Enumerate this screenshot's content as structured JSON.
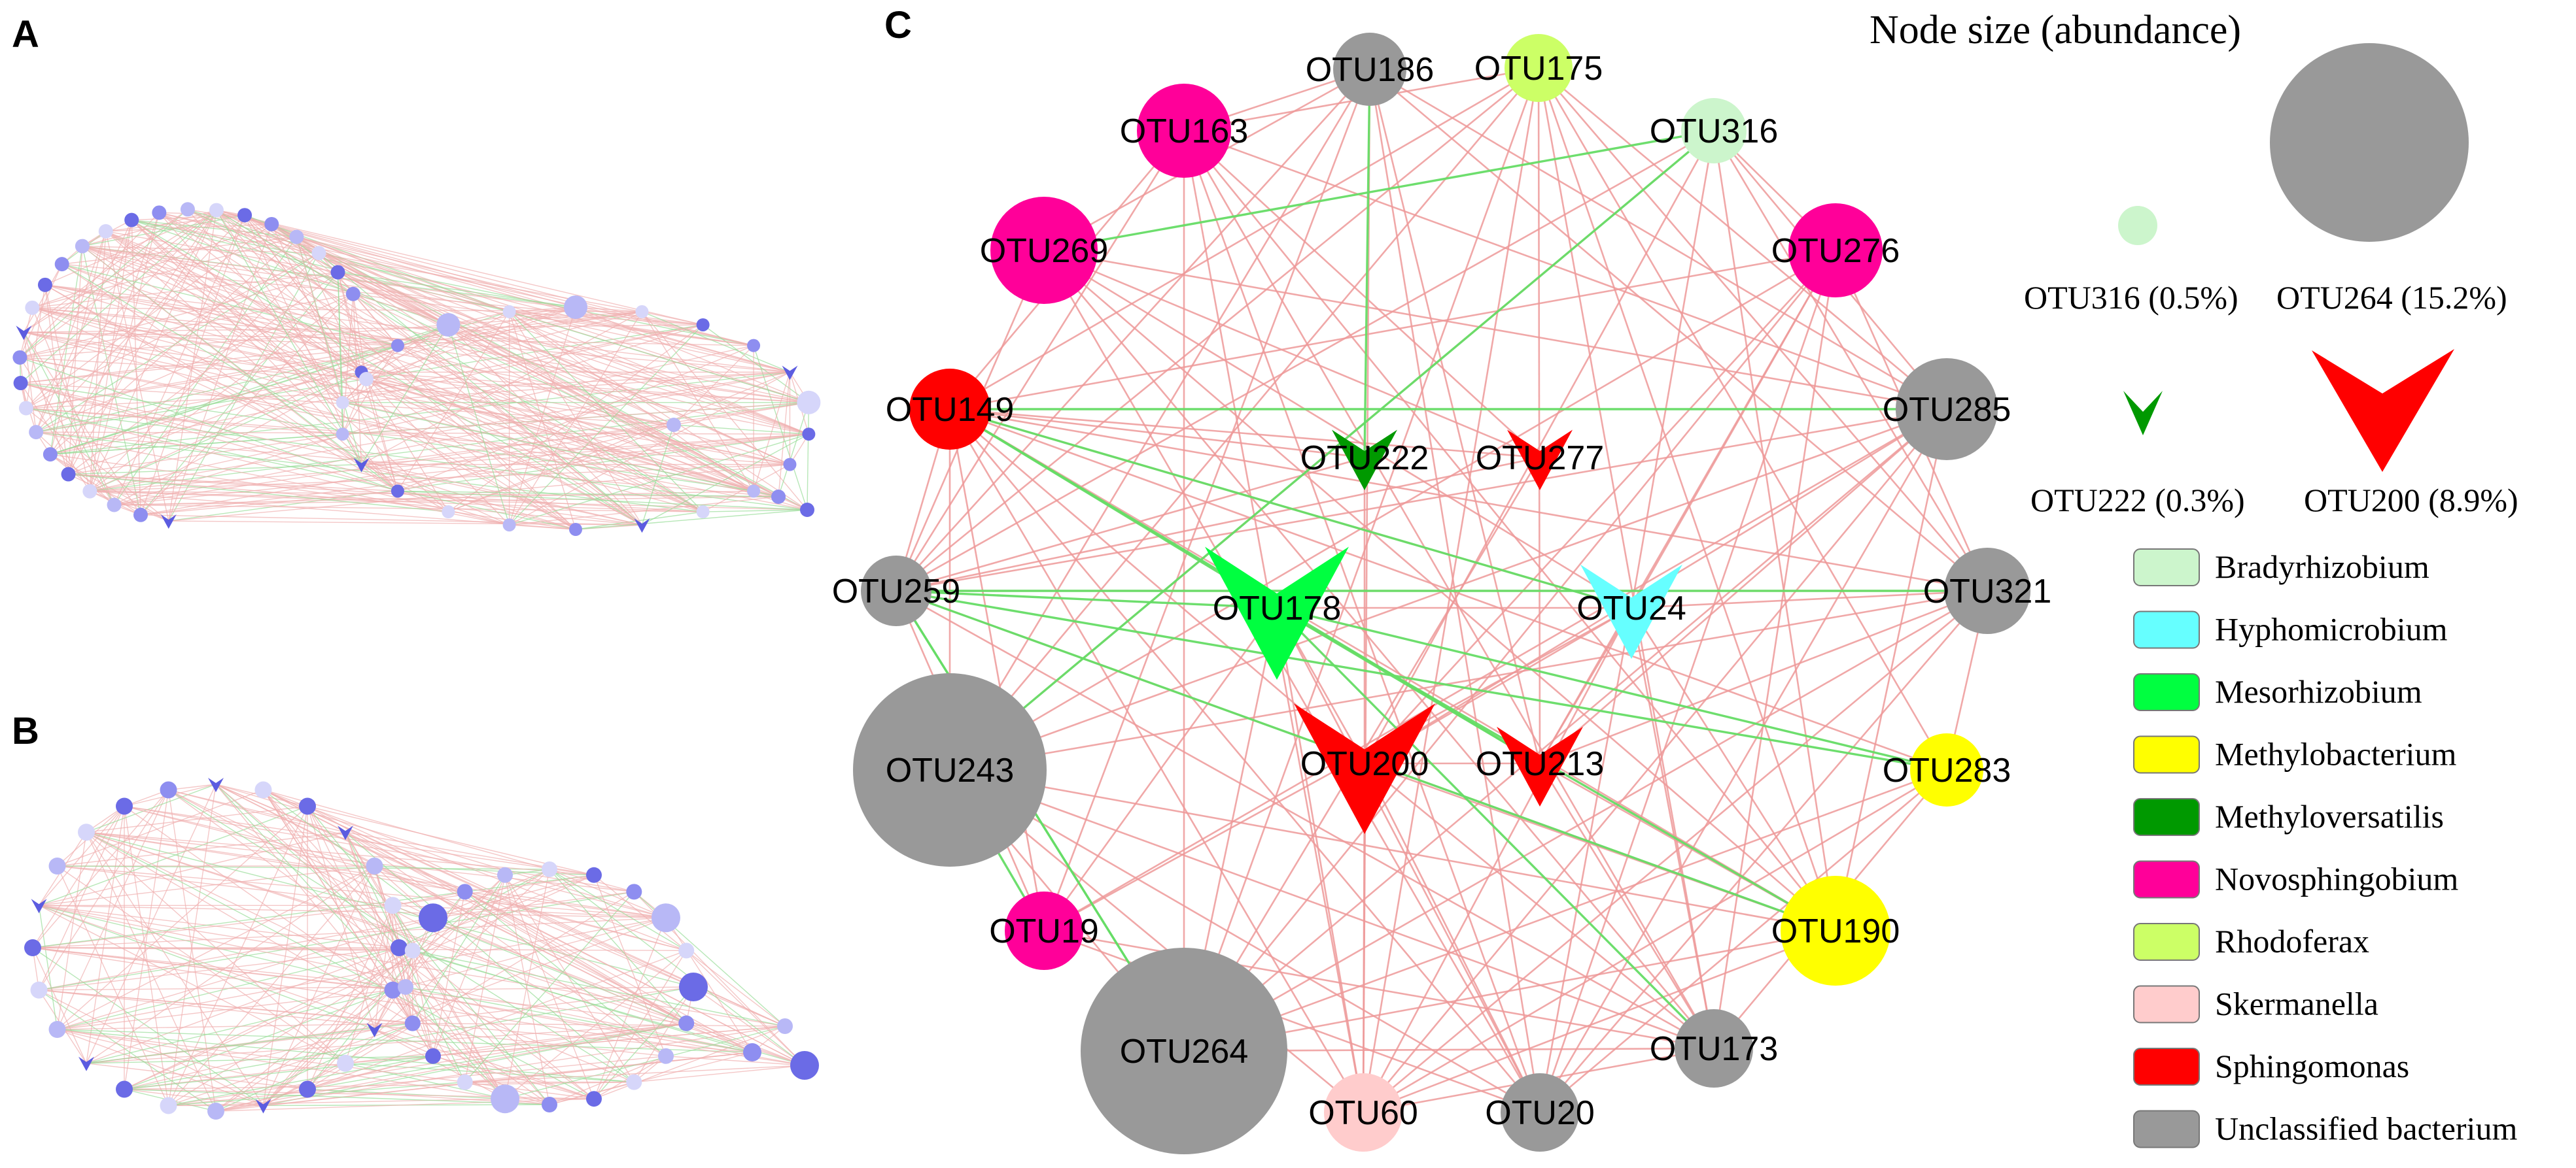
{
  "panels": {
    "a": "A",
    "b": "B",
    "c": "C"
  },
  "legend": {
    "title": "Node size (abundance)",
    "small_circle": "OTU316 (0.5%)",
    "large_circle": "OTU264 (15.2%)",
    "small_arrow": "OTU222 (0.3%)",
    "large_arrow": "OTU200 (8.9%)",
    "taxa": [
      {
        "name": "Bradyrhizobium",
        "color": "#ccf5cc"
      },
      {
        "name": "Hyphomicrobium",
        "color": "#66ffff"
      },
      {
        "name": "Mesorhizobium",
        "color": "#00ff40"
      },
      {
        "name": "Methylobacterium",
        "color": "#ffff00"
      },
      {
        "name": "Methyloversatilis",
        "color": "#009900"
      },
      {
        "name": "Novosphingobium",
        "color": "#ff0099"
      },
      {
        "name": "Rhodoferax",
        "color": "#ccff66"
      },
      {
        "name": "Skermanella",
        "color": "#ffcccc"
      },
      {
        "name": "Sphingomonas",
        "color": "#ff0000"
      },
      {
        "name": "Unclassified bacterium",
        "color": "#999999"
      }
    ]
  },
  "edge_colors": {
    "positive": "#ee9999",
    "negative": "#66dd66"
  },
  "network_nodes": [
    {
      "id": "OTU186",
      "genus": "Unclassified bacterium",
      "color": "#999999",
      "shape": "circle",
      "abundance": 2.5
    },
    {
      "id": "OTU175",
      "genus": "Rhodoferax",
      "color": "#ccff66",
      "shape": "circle",
      "abundance": 1.5
    },
    {
      "id": "OTU316",
      "genus": "Bradyrhizobium",
      "color": "#ccf5cc",
      "shape": "circle",
      "abundance": 0.5
    },
    {
      "id": "OTU163",
      "genus": "Novosphingobium",
      "color": "#ff0099",
      "shape": "circle",
      "abundance": 3.5
    },
    {
      "id": "OTU269",
      "genus": "Novosphingobium",
      "color": "#ff0099",
      "shape": "circle",
      "abundance": 4.5
    },
    {
      "id": "OTU276",
      "genus": "Novosphingobium",
      "color": "#ff0099",
      "shape": "circle",
      "abundance": 3.5
    },
    {
      "id": "OTU149",
      "genus": "Sphingomonas",
      "color": "#ff0000",
      "shape": "circle",
      "abundance": 3.0
    },
    {
      "id": "OTU285",
      "genus": "Unclassified bacterium",
      "color": "#999999",
      "shape": "circle",
      "abundance": 4.0
    },
    {
      "id": "OTU222",
      "genus": "Methyloversatilis",
      "color": "#009900",
      "shape": "arrow",
      "abundance": 0.3
    },
    {
      "id": "OTU277",
      "genus": "Sphingomonas",
      "color": "#ff0000",
      "shape": "arrow",
      "abundance": 0.4
    },
    {
      "id": "OTU259",
      "genus": "Unclassified bacterium",
      "color": "#999999",
      "shape": "circle",
      "abundance": 2.0
    },
    {
      "id": "OTU321",
      "genus": "Unclassified bacterium",
      "color": "#999999",
      "shape": "circle",
      "abundance": 3.0
    },
    {
      "id": "OTU178",
      "genus": "Mesorhizobium",
      "color": "#00ff40",
      "shape": "arrow",
      "abundance": 7.0
    },
    {
      "id": "OTU24",
      "genus": "Hyphomicrobium",
      "color": "#66ffff",
      "shape": "arrow",
      "abundance": 1.5
    },
    {
      "id": "OTU243",
      "genus": "Unclassified bacterium",
      "color": "#999999",
      "shape": "circle",
      "abundance": 12.0
    },
    {
      "id": "OTU200",
      "genus": "Sphingomonas",
      "color": "#ff0000",
      "shape": "arrow",
      "abundance": 8.9
    },
    {
      "id": "OTU213",
      "genus": "Sphingomonas",
      "color": "#ff0000",
      "shape": "arrow",
      "abundance": 1.8
    },
    {
      "id": "OTU283",
      "genus": "Methylobacterium",
      "color": "#ffff00",
      "shape": "circle",
      "abundance": 2.5
    },
    {
      "id": "OTU19",
      "genus": "Novosphingobium",
      "color": "#ff0099",
      "shape": "circle",
      "abundance": 2.8
    },
    {
      "id": "OTU190",
      "genus": "Methylobacterium",
      "color": "#ffff00",
      "shape": "circle",
      "abundance": 4.5
    },
    {
      "id": "OTU264",
      "genus": "Unclassified bacterium",
      "color": "#999999",
      "shape": "circle",
      "abundance": 15.2
    },
    {
      "id": "OTU60",
      "genus": "Skermanella",
      "color": "#ffcccc",
      "shape": "circle",
      "abundance": 2.5
    },
    {
      "id": "OTU20",
      "genus": "Unclassified bacterium",
      "color": "#999999",
      "shape": "circle",
      "abundance": 2.5
    },
    {
      "id": "OTU173",
      "genus": "Unclassified bacterium",
      "color": "#999999",
      "shape": "circle",
      "abundance": 2.5
    }
  ]
}
